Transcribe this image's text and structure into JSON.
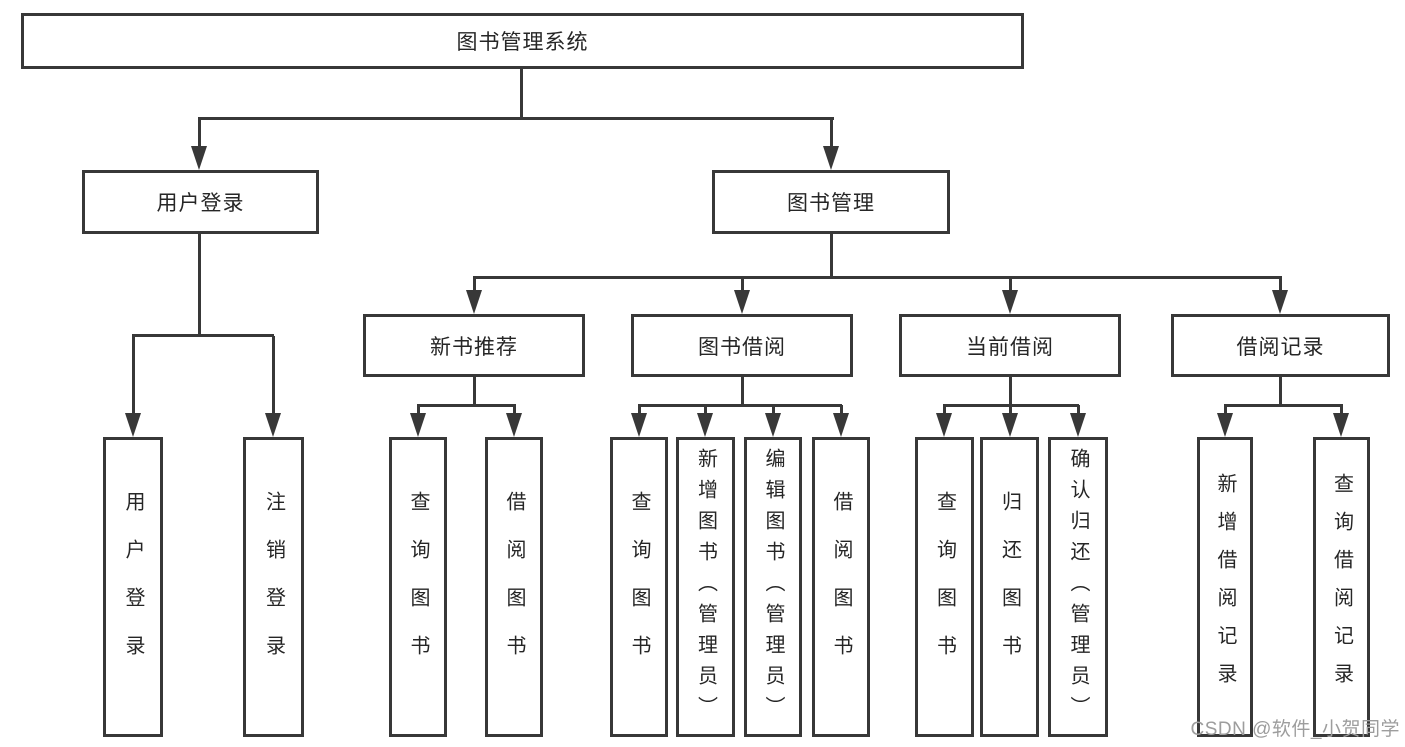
{
  "diagram": {
    "root": "图书管理系统",
    "level2": {
      "user_login": "用户登录",
      "book_mgmt": "图书管理"
    },
    "level3": {
      "new_book": "新书推荐",
      "book_borrow": "图书借阅",
      "current_borrow": "当前借阅",
      "borrow_record": "借阅记录"
    },
    "leaves": {
      "user_login": "用户登录",
      "logout": "注销登录",
      "newbook_query": "查询图书",
      "newbook_borrow": "借阅图书",
      "borrow_query": "查询图书",
      "borrow_add": "新增图书（管理员）",
      "borrow_edit": "编辑图书（管理员）",
      "borrow_borrow": "借阅图书",
      "current_query": "查询图书",
      "current_return": "归还图书",
      "current_confirm": "确认归还（管理员）",
      "record_add": "新增借阅记录",
      "record_query": "查询借阅记录"
    },
    "watermark": "CSDN @软件_小贺同学"
  },
  "colors": {
    "line": "#383838",
    "text": "#262626",
    "watermark": "#9d9d9d",
    "background": "#ffffff"
  }
}
